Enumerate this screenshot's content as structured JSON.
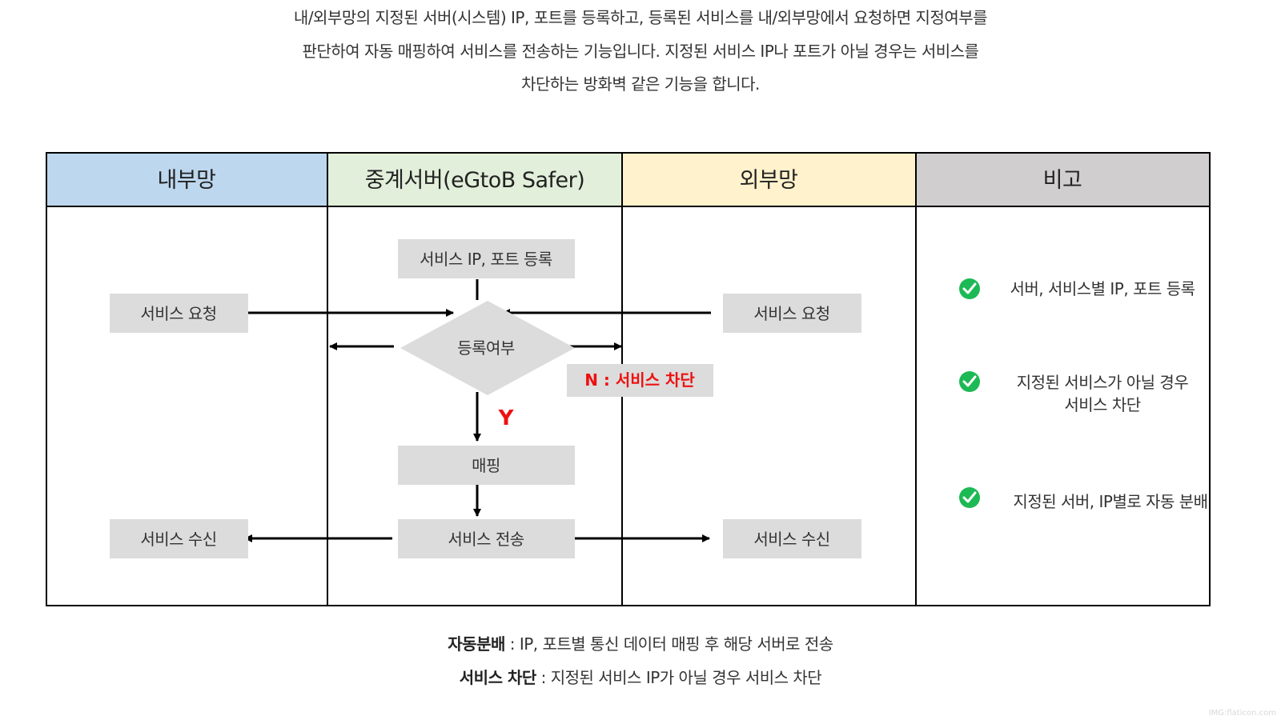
{
  "intro": {
    "line1": "내/외부망의 지정된 서버(시스템) IP, 포트를 등록하고, 등록된 서비스를 내/외부망에서 요청하면 지정여부를",
    "line2": "판단하여 자동 매핑하여 서비스를 전송하는 기능입니다. 지정된 서비스 IP나 포트가 아닐 경우는 서비스를",
    "line3": "차단하는 방화벽 같은 기능을 합니다."
  },
  "columns": {
    "internal": "내부망",
    "relay": "중계서버(eGtoB Safer)",
    "external": "외부망",
    "remarks": "비고"
  },
  "flow": {
    "internal_request": "서비스 요청",
    "internal_receive": "서비스 수신",
    "register": "서비스 IP, 포트 등록",
    "decision": "등록여부",
    "block_label": "N : 서비스 차단",
    "yes_label": "Y",
    "mapping": "매핑",
    "transmit": "서비스 전송",
    "external_request": "서비스 요청",
    "external_receive": "서비스 수신"
  },
  "remarks": [
    {
      "line1": "서버, 서비스별 IP, 포트 등록",
      "line2": ""
    },
    {
      "line1": "지정된 서비스가 아닐 경우",
      "line2": "서비스 차단"
    },
    {
      "line1": "지정된 서버, IP별로 자동 분배",
      "line2": ""
    }
  ],
  "footer": {
    "auto_term": "자동분배",
    "auto_desc": " : IP, 포트별 통신 데이터 매핑 후 해당 서버로 전송",
    "block_term": "서비스 차단",
    "block_desc": " : 지정된 서비스 IP가 아닐 경우 서비스 차단"
  },
  "watermark": "IMG:flaticon.com",
  "colors": {
    "internal_header": "#bdd7ee",
    "relay_header": "#e2efda",
    "external_header": "#fff2cc",
    "remarks_header": "#d0cece",
    "box_fill": "#dcdcdc",
    "check_green": "#1db954",
    "block_red": "#ee1111"
  },
  "icons": {
    "remark_bullet": "check-circle-icon"
  }
}
